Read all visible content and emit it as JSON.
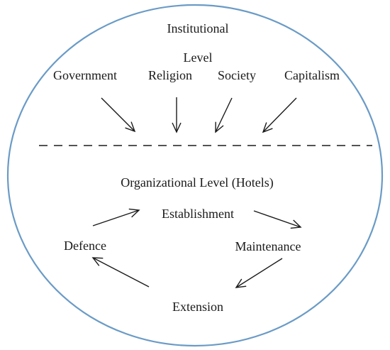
{
  "diagram": {
    "ellipse_color": "#6a9bc6",
    "stroke_color": "#1a1a1a",
    "institutional": {
      "title": "Institutional",
      "level": "Level",
      "forces": [
        "Government",
        "Religion",
        "Society",
        "Capitalism"
      ]
    },
    "organizational": {
      "title": "Organizational Level (Hotels)",
      "cycle": [
        "Establishment",
        "Maintenance",
        "Extension",
        "Defence"
      ]
    }
  }
}
